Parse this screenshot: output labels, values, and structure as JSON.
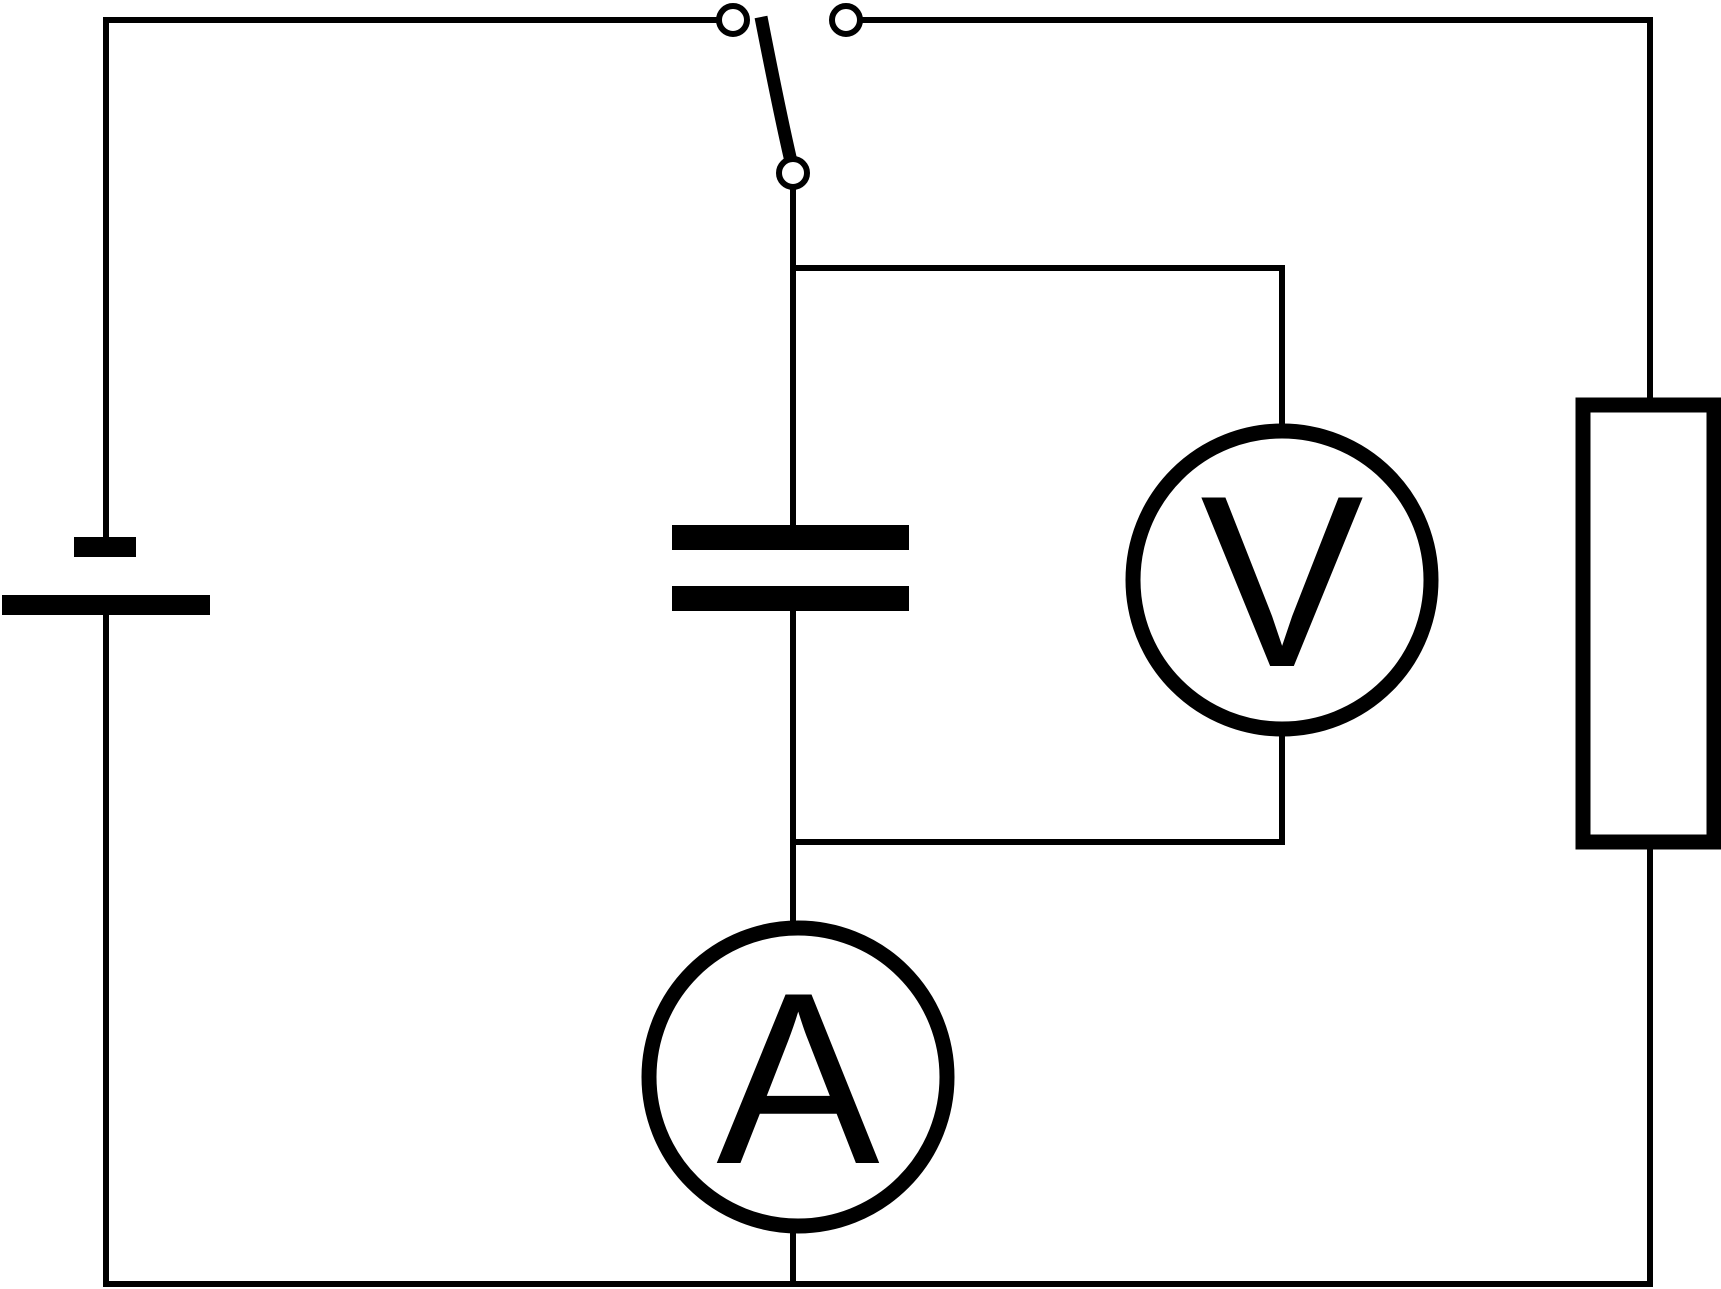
{
  "diagram": {
    "kind": "circuit",
    "components": [
      {
        "id": "battery",
        "type": "cell"
      },
      {
        "id": "switch",
        "type": "two-way switch"
      },
      {
        "id": "capacitor",
        "type": "capacitor"
      },
      {
        "id": "voltmeter",
        "type": "voltmeter",
        "symbol": "V"
      },
      {
        "id": "ammeter",
        "type": "ammeter",
        "symbol": "A"
      },
      {
        "id": "resistor",
        "type": "resistor"
      }
    ],
    "colors": {
      "line": "#000000",
      "background": "#ffffff"
    }
  }
}
